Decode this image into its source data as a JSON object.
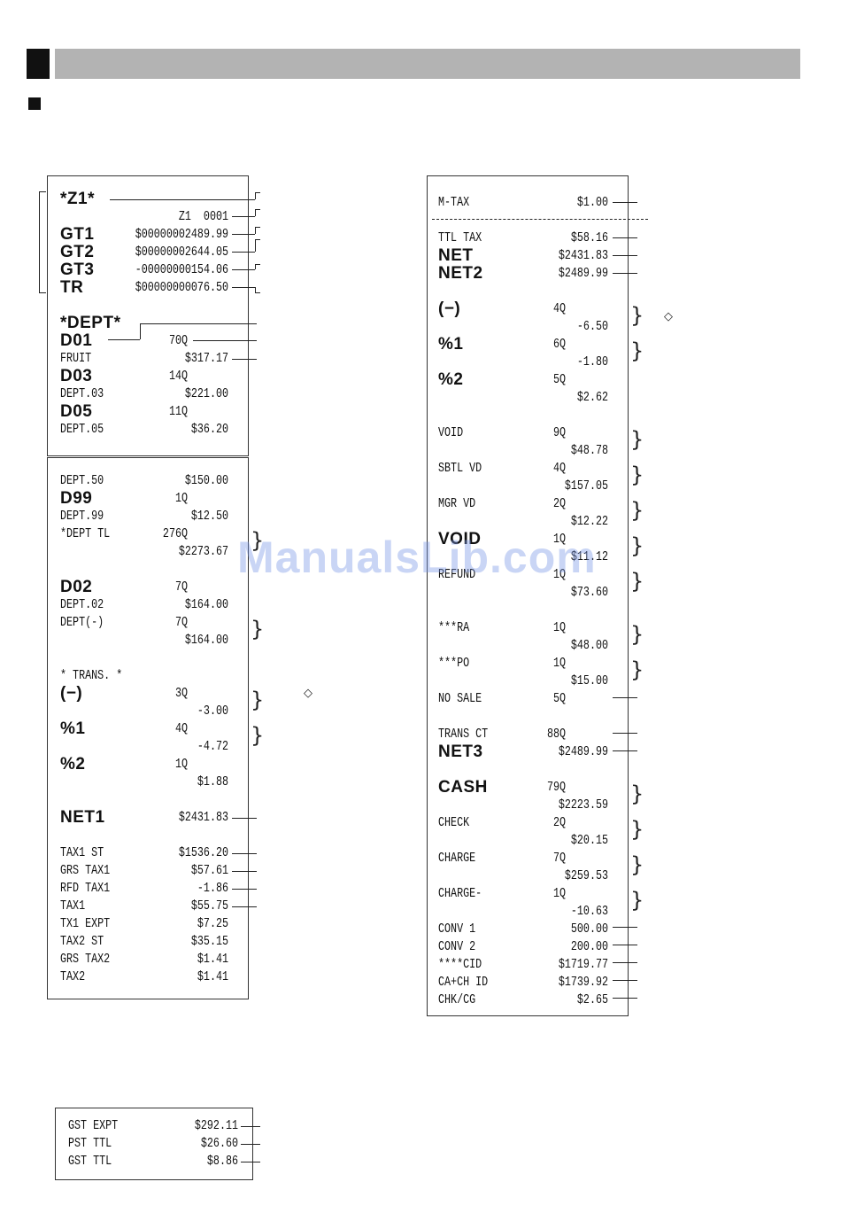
{
  "watermark": "ManualsLib.com",
  "receipt_a": [
    {
      "label": "*Z1*",
      "value": "",
      "style": "big"
    },
    {
      "label": "",
      "value": "Z1  0001",
      "style": "mono"
    },
    {
      "label": "GT1",
      "value": "$00000002489.99",
      "style": "big"
    },
    {
      "label": "GT2",
      "value": "$00000002644.05",
      "style": "big"
    },
    {
      "label": "GT3",
      "value": "-00000000154.06",
      "style": "big"
    },
    {
      "label": "TR",
      "value": "$00000000076.50",
      "style": "big"
    },
    {
      "label": "",
      "value": "",
      "style": "mono"
    },
    {
      "label": "*DEPT*",
      "value": "",
      "style": "big"
    },
    {
      "label": "D01",
      "value": "70Q",
      "style": "big"
    },
    {
      "label": "FRUIT",
      "value": "$317.17",
      "style": "mono"
    },
    {
      "label": "D03",
      "value": "14Q",
      "style": "big"
    },
    {
      "label": "DEPT.03",
      "value": "$221.00",
      "style": "mono"
    },
    {
      "label": "D05",
      "value": "11Q",
      "style": "big"
    },
    {
      "label": "DEPT.05",
      "value": "$36.20",
      "style": "mono"
    }
  ],
  "receipt_b": [
    {
      "label": "DEPT.50",
      "value": "$150.00",
      "style": "mono"
    },
    {
      "label": "D99",
      "value": "1Q",
      "style": "big"
    },
    {
      "label": "DEPT.99",
      "value": "$12.50",
      "style": "mono"
    },
    {
      "label": "*DEPT TL",
      "value": "276Q",
      "style": "mono"
    },
    {
      "label": "",
      "value": "$2273.67",
      "style": "mono"
    },
    {
      "label": "",
      "value": "",
      "style": "mono"
    },
    {
      "label": "D02",
      "value": "7Q",
      "style": "big"
    },
    {
      "label": "DEPT.02",
      "value": "$164.00",
      "style": "mono"
    },
    {
      "label": "DEPT(-)",
      "value": "7Q",
      "style": "mono"
    },
    {
      "label": "",
      "value": "$164.00",
      "style": "mono"
    },
    {
      "label": "",
      "value": "",
      "style": "mono"
    },
    {
      "label": "* TRANS. *",
      "value": "",
      "style": "mono"
    },
    {
      "label": "(−)",
      "value": "3Q",
      "style": "big"
    },
    {
      "label": "",
      "value": "-3.00",
      "style": "mono"
    },
    {
      "label": "%1",
      "value": "4Q",
      "style": "big"
    },
    {
      "label": "",
      "value": "-4.72",
      "style": "mono"
    },
    {
      "label": "%2",
      "value": "1Q",
      "style": "big"
    },
    {
      "label": "",
      "value": "$1.88",
      "style": "mono"
    },
    {
      "label": "",
      "value": "",
      "style": "mono"
    },
    {
      "label": "NET1",
      "value": "$2431.83",
      "style": "big"
    },
    {
      "label": "",
      "value": "",
      "style": "mono"
    },
    {
      "label": "TAX1 ST",
      "value": "$1536.20",
      "style": "mono"
    },
    {
      "label": "GRS TAX1",
      "value": "$57.61",
      "style": "mono"
    },
    {
      "label": "RFD TAX1",
      "value": "-1.86",
      "style": "mono"
    },
    {
      "label": "TAX1",
      "value": "$55.75",
      "style": "mono"
    },
    {
      "label": "TX1 EXPT",
      "value": "$7.25",
      "style": "mono"
    },
    {
      "label": "TAX2 ST",
      "value": "$35.15",
      "style": "mono"
    },
    {
      "label": "GRS TAX2",
      "value": "$1.41",
      "style": "mono"
    },
    {
      "label": "TAX2",
      "value": "$1.41",
      "style": "mono"
    }
  ],
  "receipt_c": [
    {
      "label": "M-TAX",
      "value": "$1.00",
      "style": "mono"
    },
    {
      "label": "",
      "value": "",
      "style": "mono"
    },
    {
      "label": "TTL TAX",
      "value": "$58.16",
      "style": "mono"
    },
    {
      "label": "NET",
      "value": "$2431.83",
      "style": "big"
    },
    {
      "label": "NET2",
      "value": "$2489.99",
      "style": "big"
    },
    {
      "label": "",
      "value": "",
      "style": "mono"
    },
    {
      "label": "(−)",
      "value": "4Q",
      "style": "big"
    },
    {
      "label": "",
      "value": "-6.50",
      "style": "mono"
    },
    {
      "label": "%1",
      "value": "6Q",
      "style": "big"
    },
    {
      "label": "",
      "value": "-1.80",
      "style": "mono"
    },
    {
      "label": "%2",
      "value": "5Q",
      "style": "big"
    },
    {
      "label": "",
      "value": "$2.62",
      "style": "mono"
    },
    {
      "label": "",
      "value": "",
      "style": "mono"
    },
    {
      "label": "VOID",
      "value": "9Q",
      "style": "mono"
    },
    {
      "label": "",
      "value": "$48.78",
      "style": "mono"
    },
    {
      "label": "SBTL VD",
      "value": "4Q",
      "style": "mono"
    },
    {
      "label": "",
      "value": "$157.05",
      "style": "mono"
    },
    {
      "label": "MGR VD",
      "value": "2Q",
      "style": "mono"
    },
    {
      "label": "",
      "value": "$12.22",
      "style": "mono"
    },
    {
      "label": "VOID",
      "value": "1Q",
      "style": "big"
    },
    {
      "label": "",
      "value": "$11.12",
      "style": "mono"
    },
    {
      "label": "REFUND",
      "value": "1Q",
      "style": "mono"
    },
    {
      "label": "",
      "value": "$73.60",
      "style": "mono"
    },
    {
      "label": "",
      "value": "",
      "style": "mono"
    },
    {
      "label": "***RA",
      "value": "1Q",
      "style": "mono"
    },
    {
      "label": "",
      "value": "$48.00",
      "style": "mono"
    },
    {
      "label": "***PO",
      "value": "1Q",
      "style": "mono"
    },
    {
      "label": "",
      "value": "$15.00",
      "style": "mono"
    },
    {
      "label": "NO SALE",
      "value": "5Q",
      "style": "mono"
    },
    {
      "label": "",
      "value": "",
      "style": "mono"
    },
    {
      "label": "TRANS CT",
      "value": "88Q",
      "style": "mono"
    },
    {
      "label": "NET3",
      "value": "$2489.99",
      "style": "big"
    },
    {
      "label": "",
      "value": "",
      "style": "mono"
    },
    {
      "label": "CASH",
      "value": "79Q",
      "style": "big"
    },
    {
      "label": "",
      "value": "$2223.59",
      "style": "mono"
    },
    {
      "label": "CHECK",
      "value": "2Q",
      "style": "mono"
    },
    {
      "label": "",
      "value": "$20.15",
      "style": "mono"
    },
    {
      "label": "CHARGE",
      "value": "7Q",
      "style": "mono"
    },
    {
      "label": "",
      "value": "$259.53",
      "style": "mono"
    },
    {
      "label": "CHARGE-",
      "value": "1Q",
      "style": "mono"
    },
    {
      "label": "",
      "value": "-10.63",
      "style": "mono"
    },
    {
      "label": "CONV 1",
      "value": "500.00",
      "style": "mono"
    },
    {
      "label": "CONV 2",
      "value": "200.00",
      "style": "mono"
    },
    {
      "label": "****CID",
      "value": "$1719.77",
      "style": "mono"
    },
    {
      "label": "CA+CH ID",
      "value": "$1739.92",
      "style": "mono"
    },
    {
      "label": "CHK/CG",
      "value": "$2.65",
      "style": "mono"
    }
  ],
  "receipt_d": [
    {
      "label": "GST EXPT",
      "value": "$292.11",
      "style": "mono"
    },
    {
      "label": "PST TTL",
      "value": "$26.60",
      "style": "mono"
    },
    {
      "label": "GST TTL",
      "value": "$8.86",
      "style": "mono"
    }
  ],
  "icons": {
    "diamond": "◇",
    "brace": "}"
  }
}
